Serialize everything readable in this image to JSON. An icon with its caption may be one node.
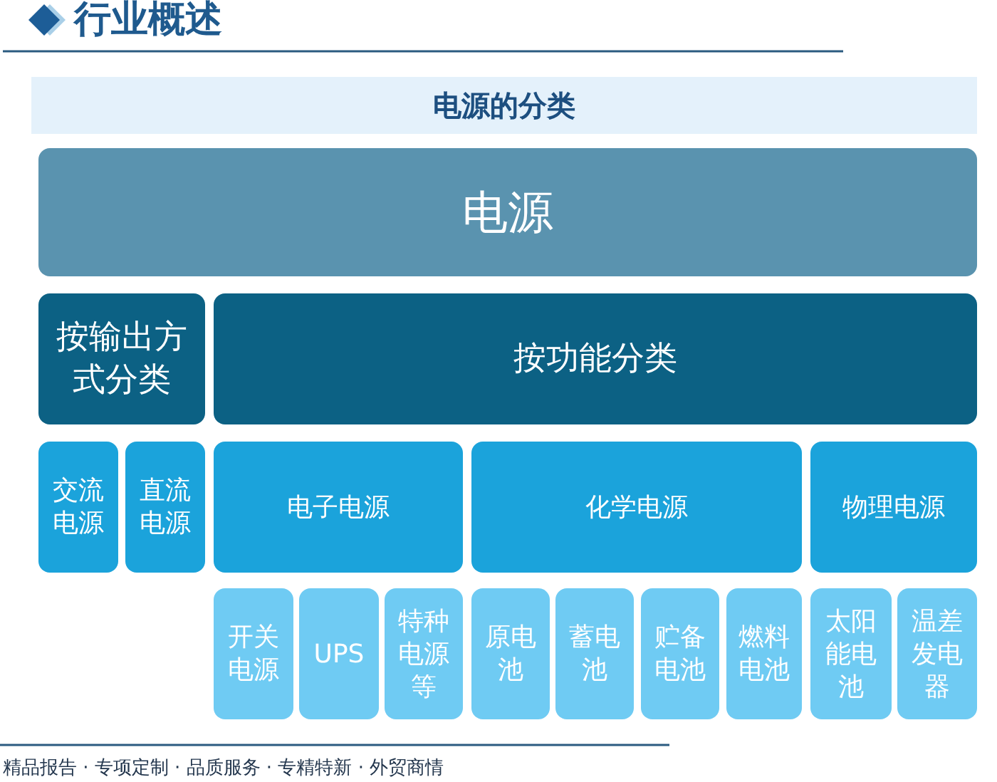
{
  "diagram": {
    "title": "电源的分类",
    "nodes": [
      {
        "text": [
          "电源"
        ]
      },
      {
        "text": [
          "按输出方式分类"
        ]
      },
      {
        "text": [
          "按功能分类"
        ]
      },
      {
        "text": [
          "交流电源"
        ]
      },
      {
        "text": [
          "直流电源"
        ]
      },
      {
        "text": [
          "电子电源"
        ]
      },
      {
        "text": [
          "化学电源"
        ]
      },
      {
        "text": [
          "物理电源"
        ]
      },
      {
        "text": [
          "开关电源"
        ]
      },
      {
        "text": [
          "UPS"
        ]
      },
      {
        "text": [
          "特种电源等"
        ]
      },
      {
        "text": [
          "原电池"
        ]
      },
      {
        "text": [
          "蓄电池"
        ]
      },
      {
        "text": [
          "贮备电池"
        ]
      },
      {
        "text": [
          "燃料电池"
        ]
      },
      {
        "text": [
          "太阳能电池"
        ]
      },
      {
        "text": [
          "温差发电器"
        ]
      }
    ],
    "labels": [
      "行业概述",
      "精品报告 · 专项定制 · 品质服务 · 专精特新 · 外贸商情"
    ]
  }
}
